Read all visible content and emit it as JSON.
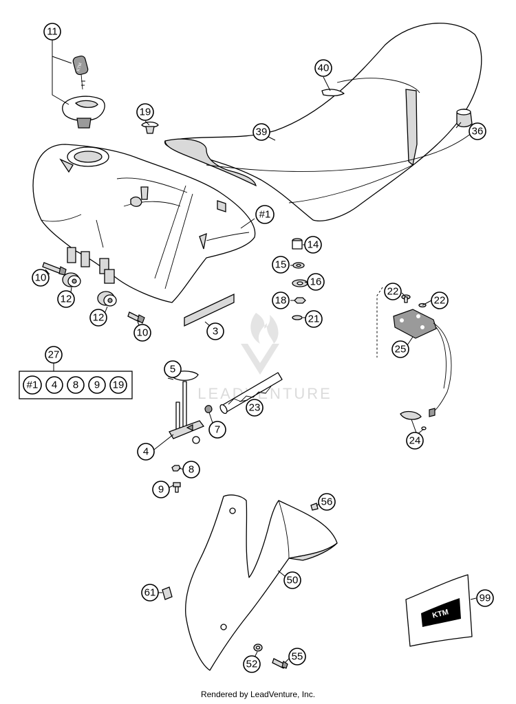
{
  "footer": {
    "text": "Rendered by LeadVenture, Inc."
  },
  "watermark": {
    "text": "LEADVENTURE",
    "color": "#d8d8d8"
  },
  "callouts": {
    "c11": "11",
    "c40": "40",
    "c19a": "19",
    "c39": "39",
    "c36": "36",
    "c1a": "#1",
    "c14": "14",
    "c15": "15",
    "c16": "16",
    "c18": "18",
    "c21": "21",
    "c10a": "10",
    "c12a": "12",
    "c12b": "12",
    "c10b": "10",
    "c3": "3",
    "c22a": "22",
    "c22b": "22",
    "c25": "25",
    "c27": "27",
    "c5": "5",
    "c23": "23",
    "c7": "7",
    "c4a": "4",
    "c8a": "8",
    "c9a": "9",
    "c24": "24",
    "c56": "56",
    "c50": "50",
    "c61": "61",
    "c99": "99",
    "c52": "52",
    "c55": "55"
  },
  "kit_27": [
    "#1",
    "4",
    "8",
    "9",
    "19"
  ],
  "decal_logo": {
    "brand": "KTM"
  }
}
